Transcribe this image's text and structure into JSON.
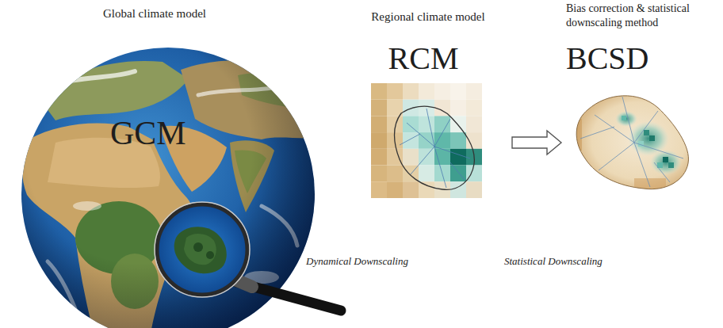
{
  "diagram": {
    "nodes": [
      {
        "text": [
          "Global climate model",
          "GCM"
        ]
      },
      {
        "text": [
          "Regional climate model",
          "RCM"
        ]
      },
      {
        "text": [
          "Bias correction & statistical downscaling method",
          "BCSD"
        ]
      }
    ],
    "edges": [
      {
        "from": 1,
        "to": 2,
        "arrow": "to"
      }
    ],
    "labels": [
      "Dynamical Downscaling",
      "Statistical Downscaling"
    ]
  }
}
